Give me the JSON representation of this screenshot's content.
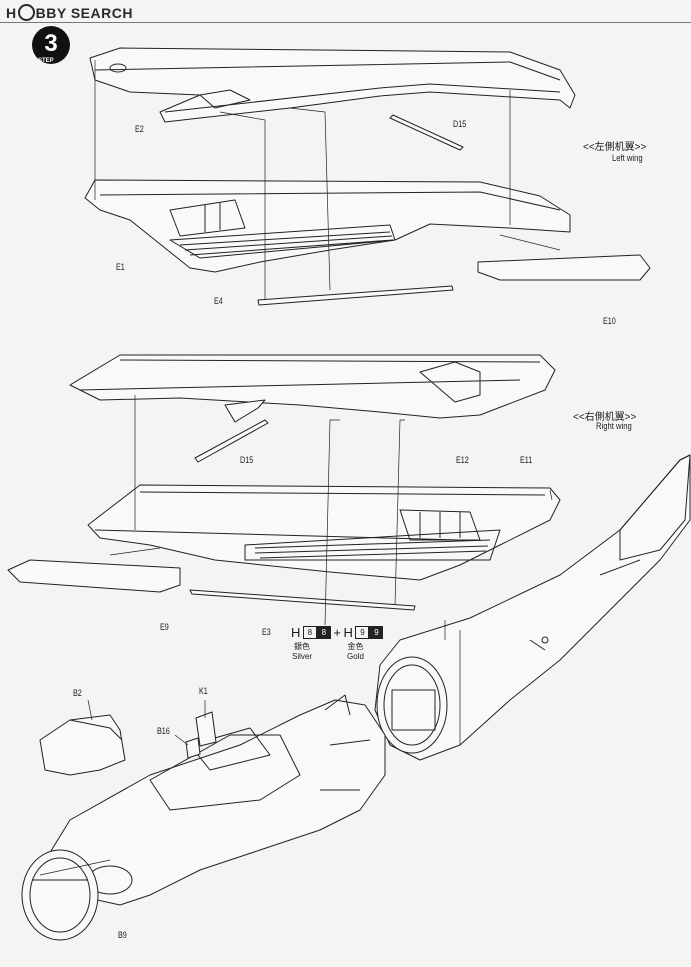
{
  "header": {
    "brand_pre": "H",
    "brand_post": "BBY SEARCH"
  },
  "step": {
    "number": "3",
    "label": "STEP"
  },
  "sections": {
    "left_wing": {
      "title_cn": "<<左側机翼>>",
      "title_en": "Left wing"
    },
    "right_wing": {
      "title_cn": "<<右側机翼>>",
      "title_en": "Right wing"
    }
  },
  "parts": {
    "e2": "E2",
    "d15_top": "D15",
    "e1": "E1",
    "e4": "E4",
    "e10": "E10",
    "d15_mid": "D15",
    "e12": "E12",
    "e11": "E11",
    "e9": "E9",
    "e3": "E3",
    "b2": "B2",
    "k1": "K1",
    "b16": "B16",
    "b9": "B9"
  },
  "paints": [
    {
      "prefix": "H",
      "code_a": "8",
      "code_b": "8",
      "name_cn": "銀色",
      "name_en": "Silver",
      "color": "#c0c0c0"
    },
    {
      "prefix": "H",
      "code_a": "9",
      "code_b": "9",
      "name_cn": "金色",
      "name_en": "Gold",
      "color": "#c9a84a"
    }
  ],
  "paint_joiner": "+",
  "colors": {
    "ink": "#1a1a1a",
    "paper": "#f4f4f2"
  }
}
